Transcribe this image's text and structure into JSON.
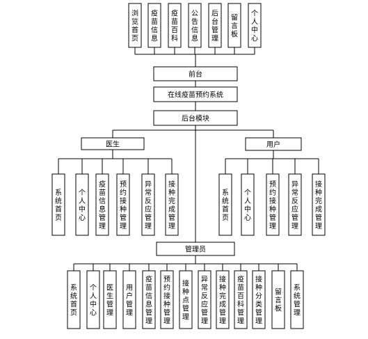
{
  "diagram": {
    "line_color": "#000000",
    "box_fill": "#ffffff",
    "front_modules": [
      {
        "id": "f1",
        "label": "浏览首页"
      },
      {
        "id": "f2",
        "label": "疫苗信息"
      },
      {
        "id": "f3",
        "label": "疫苗百科"
      },
      {
        "id": "f4",
        "label": "公告信息"
      },
      {
        "id": "f5",
        "label": "后台管理"
      },
      {
        "id": "f6",
        "label": "留言板"
      },
      {
        "id": "f7",
        "label": "个人中心"
      }
    ],
    "frontend": {
      "id": "frontend",
      "label": "前台"
    },
    "system": {
      "id": "system",
      "label": "在线疫苗预约系统"
    },
    "backend": {
      "id": "backend",
      "label": "后台模块"
    },
    "doctor": {
      "id": "doctor",
      "label": "医生"
    },
    "user": {
      "id": "user",
      "label": "用户"
    },
    "admin": {
      "id": "admin",
      "label": "管理员"
    },
    "doctor_modules": [
      {
        "id": "d1",
        "label": "系统首页"
      },
      {
        "id": "d2",
        "label": "个人中心"
      },
      {
        "id": "d3",
        "label": "疫苗信息管理"
      },
      {
        "id": "d4",
        "label": "预约接种管理"
      },
      {
        "id": "d5",
        "label": "异常反应管理"
      },
      {
        "id": "d6",
        "label": "接种完成管理"
      }
    ],
    "user_modules": [
      {
        "id": "u1",
        "label": "系统首页"
      },
      {
        "id": "u2",
        "label": "个人中心"
      },
      {
        "id": "u3",
        "label": "预约接种管理"
      },
      {
        "id": "u4",
        "label": "异常反应管理"
      },
      {
        "id": "u5",
        "label": "接种完成管理"
      }
    ],
    "admin_modules": [
      {
        "id": "a1",
        "label": "系统首页"
      },
      {
        "id": "a2",
        "label": "个人中心"
      },
      {
        "id": "a3",
        "label": "医生管理"
      },
      {
        "id": "a4",
        "label": "用户管理"
      },
      {
        "id": "a5",
        "label": "疫苗信息管理"
      },
      {
        "id": "a6",
        "label": "预约接种管理"
      },
      {
        "id": "a7",
        "label": "接种点管理"
      },
      {
        "id": "a8",
        "label": "异常反应管理"
      },
      {
        "id": "a9",
        "label": "接种完成管理"
      },
      {
        "id": "a10",
        "label": "疫苗百科管理"
      },
      {
        "id": "a11",
        "label": "接种分类管理"
      },
      {
        "id": "a12",
        "label": "留言板"
      },
      {
        "id": "a13",
        "label": "系统管理"
      }
    ]
  }
}
